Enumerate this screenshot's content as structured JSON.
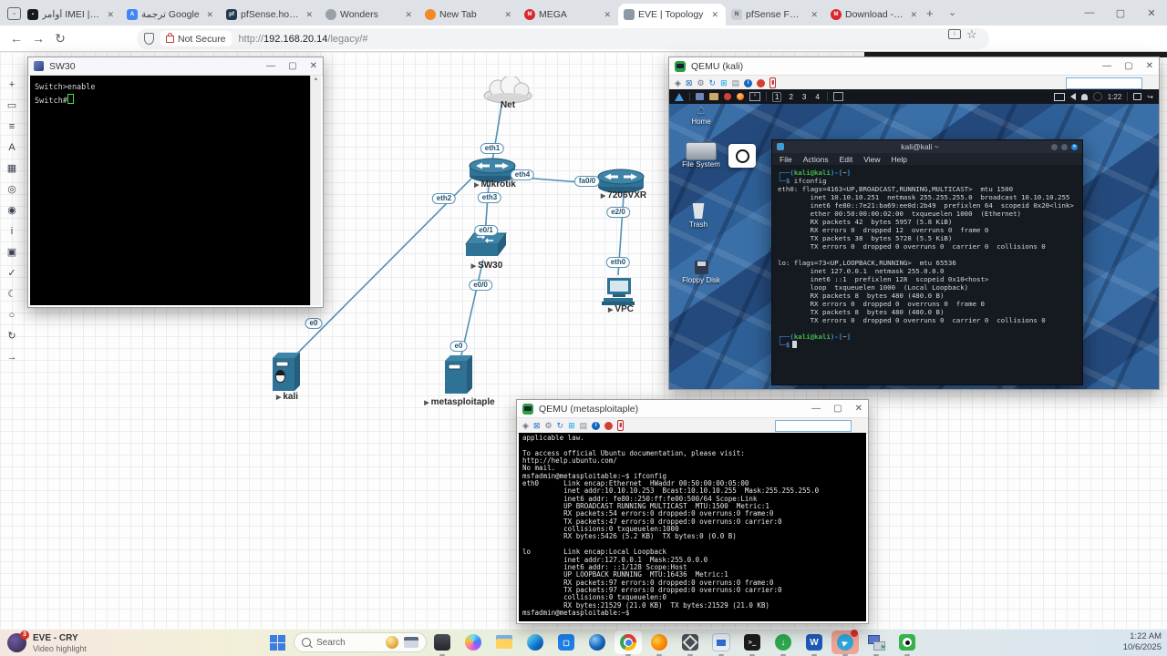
{
  "glyphs": {
    "close": "✕",
    "minimize": "—",
    "maximize": "▢",
    "plus": "+",
    "chevron": "⌄",
    "back": "←",
    "forward": "→",
    "reload": "↻",
    "star": "☆",
    "menu": "≡",
    "up_arrow": "▲",
    "search_chip": "⌄"
  },
  "browser": {
    "tabs": [
      {
        "label": "أوامر IMEI | fwunlock"
      },
      {
        "label": "ترجمة Google"
      },
      {
        "label": "pfSense.home.arpa - V"
      },
      {
        "label": "Wonders"
      },
      {
        "label": "New Tab"
      },
      {
        "label": "MEGA"
      },
      {
        "label": "EVE | Topology"
      },
      {
        "label": "pfSense FW 2.4 -"
      },
      {
        "label": "Download - MEGA"
      }
    ],
    "address": {
      "security": "Not Secure",
      "scheme": "http://",
      "host": "192.168.20.14",
      "path": "/legacy/#"
    },
    "malwarebytes_label": "M"
  },
  "sidebar": {
    "tools": [
      "+",
      "▭",
      "≡",
      "A",
      "▦",
      "◎",
      "◉",
      "i",
      "▣",
      "✓",
      "☾",
      "○",
      "↻",
      "→"
    ]
  },
  "topology": {
    "play": "▶",
    "nodes": {
      "net": "Net",
      "mikrotik": "Mikrotik",
      "router7206": "7206VXR",
      "sw30": "SW30",
      "vpc": "VPC",
      "kali": "kali",
      "msf": "metasploitaple"
    },
    "ifaces": [
      "eth1",
      "eth4",
      "fa0/0",
      "eth2",
      "eth3",
      "e0/1",
      "e2/0",
      "eth0",
      "e0/0",
      "e0",
      "e0"
    ]
  },
  "sw30": {
    "title": "SW30",
    "terminal": "Switch>enable\nSwitch#"
  },
  "qemu_kali": {
    "title": "QEMU (kali)",
    "workspaces": [
      "1",
      "2",
      "3",
      "4"
    ],
    "panel_clock": "1:22",
    "desktop": [
      "Home",
      "File System",
      "Trash",
      "Floppy Disk"
    ],
    "term": {
      "title": "kali@kali ~",
      "menu": [
        "File",
        "Actions",
        "Edit",
        "View",
        "Help"
      ],
      "p_open": "┌──(",
      "p_user": "kali@kali",
      "p_mid": ")-[",
      "p_dir": "~",
      "p_close": "]",
      "p2": "└─$",
      "cmd": " ifconfig",
      "eth0": "eth0: flags=4163<UP,BROADCAST,RUNNING,MULTICAST>  mtu 1500\n        inet 10.10.10.251  netmask 255.255.255.0  broadcast 10.10.10.255\n        inet6 fe80::7e21:ba69:ee0d:2b49  prefixlen 64  scopeid 0x20<link>\n        ether 00:50:00:00:02:00  txqueuelen 1000  (Ethernet)\n        RX packets 42  bytes 5957 (5.8 KiB)\n        RX errors 0  dropped 12  overruns 0  frame 0\n        TX packets 38  bytes 5728 (5.5 KiB)\n        TX errors 0  dropped 0 overruns 0  carrier 0  collisions 0",
      "lo": "lo: flags=73<UP,LOOPBACK,RUNNING>  mtu 65536\n        inet 127.0.0.1  netmask 255.0.0.0\n        inet6 ::1  prefixlen 128  scopeid 0x10<host>\n        loop  txqueuelen 1000  (Local Loopback)\n        RX packets 8  bytes 480 (480.0 B)\n        RX errors 0  dropped 0  overruns 0  frame 0\n        TX packets 8  bytes 480 (480.0 B)\n        TX errors 0  dropped 0 overruns 0  carrier 0  collisions 0"
    }
  },
  "qemu_msf": {
    "title": "QEMU (metasploitaple)",
    "terminal": "applicable law.\n\nTo access official Ubuntu documentation, please visit:\nhttp://help.ubuntu.com/\nNo mail.\nmsfadmin@metasploitable:~$ ifconfig\neth0      Link encap:Ethernet  HWaddr 00:50:00:00:05:00\n          inet addr:10.10.10.253  Bcast:10.10.10.255  Mask:255.255.255.0\n          inet6 addr: fe80::250:ff:fe00:500/64 Scope:Link\n          UP BROADCAST RUNNING MULTICAST  MTU:1500  Metric:1\n          RX packets:54 errors:0 dropped:0 overruns:0 frame:0\n          TX packets:47 errors:0 dropped:0 overruns:0 carrier:0\n          collisions:0 txqueuelen:1000\n          RX bytes:5426 (5.2 KB)  TX bytes:0 (0.0 B)\n\nlo        Link encap:Local Loopback\n          inet addr:127.0.0.1  Mask:255.0.0.0\n          inet6 addr: ::1/128 Scope:Host\n          UP LOOPBACK RUNNING  MTU:16436  Metric:1\n          RX packets:97 errors:0 dropped:0 overruns:0 frame:0\n          TX packets:97 errors:0 dropped:0 overruns:0 carrier:0\n          collisions:0 txqueuelen:0\n          RX bytes:21529 (21.0 KB)  TX bytes:21529 (21.0 KB)",
    "prompt": "msfadmin@metasploitable:~$"
  },
  "taskbar": {
    "toast_title": "EVE - CRY",
    "toast_sub": "Video highlight",
    "toast_badge": "3",
    "search": "Search",
    "time": "1:22 AM",
    "date": "10/6/2025"
  }
}
